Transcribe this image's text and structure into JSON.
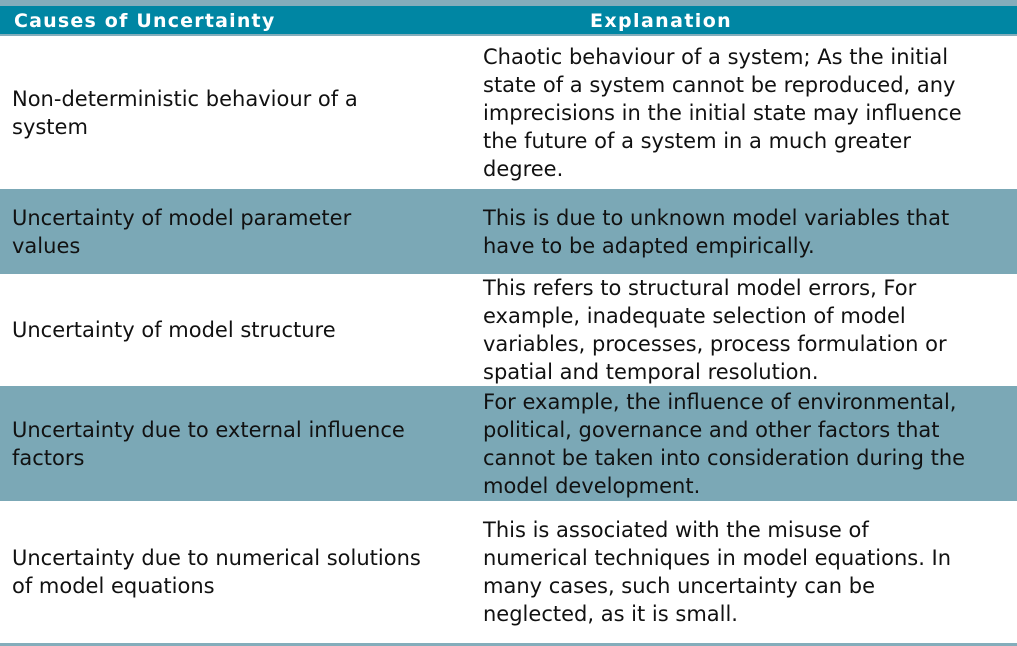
{
  "table": {
    "headers": {
      "cause": "Causes of Uncertainty",
      "explanation": "Explanation"
    },
    "rows": [
      {
        "cause_lines": [
          "Non-deterministic behaviour of a",
          "system"
        ],
        "explanation_lines": [
          "Chaotic behaviour of a system; As the initial",
          "state of a system cannot be reproduced, any",
          "imprecisions in the initial state may influence",
          "the future of a system in a much greater",
          "degree."
        ]
      },
      {
        "cause_lines": [
          "Uncertainty of model parameter",
          "values"
        ],
        "explanation_lines": [
          "This is due to unknown model variables that",
          "have to be adapted empirically."
        ]
      },
      {
        "cause_lines": [
          "Uncertainty of model structure"
        ],
        "explanation_lines": [
          "This refers to structural model errors, For",
          "example, inadequate selection of model",
          "variables, processes, process formulation or",
          "spatial and temporal resolution."
        ]
      },
      {
        "cause_lines": [
          "Uncertainty due to external influence",
          "factors"
        ],
        "explanation_lines": [
          "For example, the influence of environmental,",
          "political, governance and other factors that",
          "cannot be taken into consideration during the",
          "model development."
        ]
      },
      {
        "cause_lines": [
          "Uncertainty due to numerical solutions",
          "of model equations"
        ],
        "explanation_lines": [
          "This is associated with the misuse of",
          "numerical techniques in model equations. In",
          "many cases, such uncertainty can be",
          "neglected, as it is small."
        ]
      }
    ]
  },
  "colors": {
    "header_bg": "#0086a3",
    "header_text": "#ffffff",
    "accent_strip": "#84adbb",
    "alt_row_bg": "#7ba8b6",
    "white_row_bg": "#ffffff",
    "body_text": "#111111"
  }
}
